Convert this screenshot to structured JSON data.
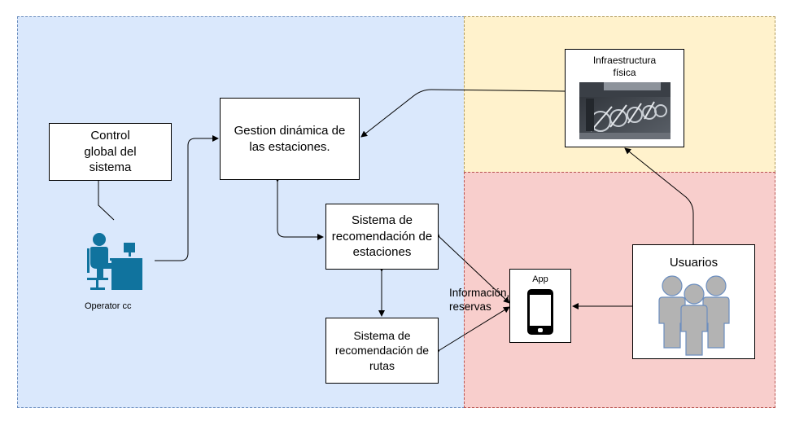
{
  "regions": {
    "left_color": "#dae8fc",
    "top_right_color": "#fff2cc",
    "bottom_right_color": "#f8cecc",
    "outline_color": "#6c8ebf"
  },
  "nodes": {
    "gestion": "Gestion dinámica de\nlas estaciones.",
    "control": "Control\nglobal del\nsistema",
    "operator": "Operator cc",
    "rec_estaciones": "Sistema de\nrecomendación de\nestaciones",
    "rec_rutas": "Sistema de\nrecomendación de\nrutas",
    "infra": "Infraestructura\nfísica",
    "app": "App",
    "usuarios": "Usuarios",
    "info": "Información,\nreservas"
  },
  "icons": {
    "operator": "operator-at-computer-icon",
    "phone": "smartphone-icon",
    "users": "users-group-icon",
    "photo": "bike-station-photo",
    "operator_color": "#10739e",
    "users_color": "#b3b3b3",
    "users_stroke": "#6c8ebf"
  }
}
